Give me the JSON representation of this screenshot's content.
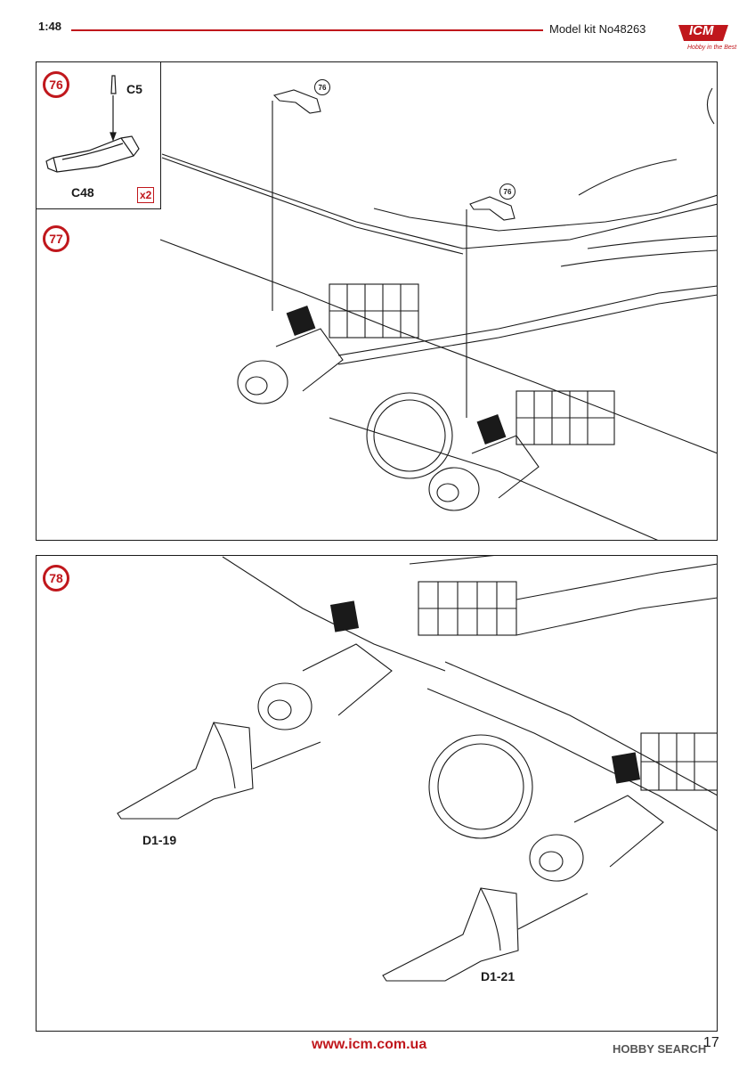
{
  "header": {
    "scale": "1:48",
    "kit_title": "Model kit No48263",
    "logo_text": "ICM",
    "logo_tagline": "Hobby in the Best",
    "accent_color": "#c0171c"
  },
  "inset": {
    "step": "76",
    "part_top": "C5",
    "part_bottom": "C48",
    "quantity": "x2"
  },
  "top_panel": {
    "step": "77",
    "callouts": [
      "76",
      "76"
    ]
  },
  "bottom_panel": {
    "step": "78",
    "parts": [
      "D1-19",
      "D1-21"
    ]
  },
  "footer": {
    "url": "www.icm.com.ua",
    "page_number": "17",
    "watermark": "HOBBY SEARCH"
  }
}
